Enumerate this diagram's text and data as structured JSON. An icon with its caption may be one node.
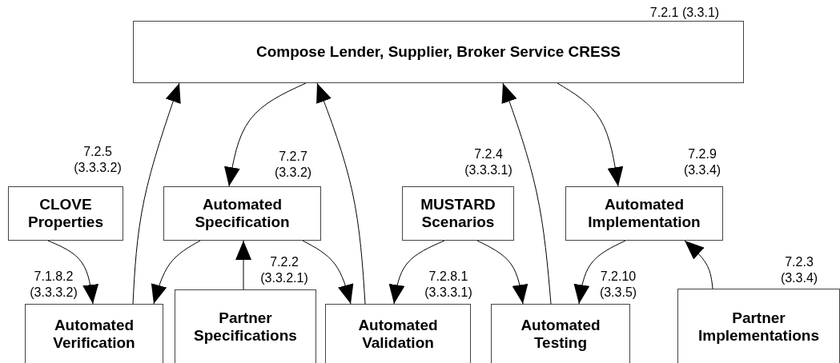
{
  "diagram": {
    "nodes": [
      {
        "text": [
          "Compose Lender, Supplier, Broker Service CRESS"
        ],
        "beside": [
          "7.2.1 (3.3.1)"
        ]
      },
      {
        "text": [
          "CLOVE Properties"
        ],
        "beside": [
          "7.2.5 (3.3.3.2)"
        ]
      },
      {
        "text": [
          "Automated Specification"
        ],
        "beside": [
          "7.2.7 (3.3.2)"
        ]
      },
      {
        "text": [
          "MUSTARD Scenarios"
        ],
        "beside": [
          "7.2.4 (3.3.3.1)"
        ]
      },
      {
        "text": [
          "Automated Implementation"
        ],
        "beside": [
          "7.2.9 (3.3.4)"
        ]
      },
      {
        "text": [
          "Automated Verification"
        ],
        "beside": [
          "7.1.8.2 (3.3.3.2)"
        ]
      },
      {
        "text": [
          "Partner Specifications"
        ],
        "beside": [
          "7.2.2 (3.3.2.1)"
        ]
      },
      {
        "text": [
          "Automated Validation"
        ],
        "beside": [
          "7.2.8.1 (3.3.3.1)"
        ]
      },
      {
        "text": [
          "Automated Testing"
        ],
        "beside": [
          "7.2.10 (3.3.5)"
        ]
      },
      {
        "text": [
          "Partner Implementations"
        ],
        "beside": [
          "7.2.3 (3.3.4)"
        ]
      }
    ],
    "edges": [
      {
        "from": 0,
        "to": 2,
        "arrow": "to"
      },
      {
        "from": 5,
        "to": 0,
        "arrow": "to"
      },
      {
        "from": 7,
        "to": 0,
        "arrow": "to"
      },
      {
        "from": 8,
        "to": 0,
        "arrow": "to"
      },
      {
        "from": 0,
        "to": 4,
        "arrow": "to"
      },
      {
        "from": 1,
        "to": 5,
        "arrow": "to"
      },
      {
        "from": 2,
        "to": 5,
        "arrow": "to"
      },
      {
        "from": 2,
        "to": 7,
        "arrow": "to"
      },
      {
        "from": 6,
        "to": 2,
        "arrow": "to"
      },
      {
        "from": 3,
        "to": 7,
        "arrow": "to"
      },
      {
        "from": 3,
        "to": 8,
        "arrow": "to"
      },
      {
        "from": 4,
        "to": 8,
        "arrow": "to"
      },
      {
        "from": 9,
        "to": 4,
        "arrow": "to"
      }
    ]
  }
}
